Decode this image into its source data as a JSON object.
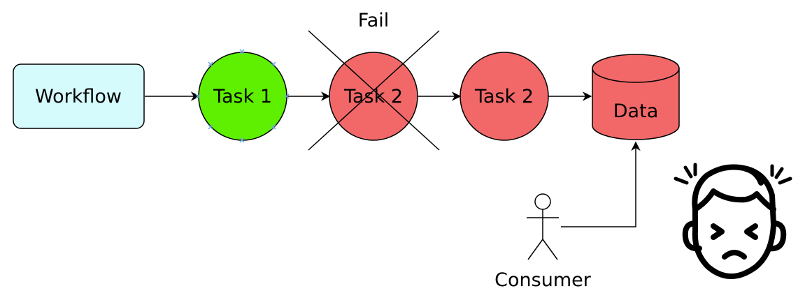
{
  "nodes": {
    "workflow": {
      "label": "Workflow",
      "color": "#d6fbfd"
    },
    "task1": {
      "label": "Task 1",
      "color": "#5ef000"
    },
    "task2_failed": {
      "label": "Task 2",
      "color": "#f26868"
    },
    "task2": {
      "label": "Task 2",
      "color": "#f26868"
    },
    "data": {
      "label": "Data",
      "color": "#f26868"
    }
  },
  "fail_label": "Fail",
  "consumer": {
    "label": "Consumer"
  },
  "icons": {
    "crossed_out": "x-cross-icon",
    "consumer": "stick-figure-icon",
    "frustrated_face": "frustrated-face-icon"
  },
  "colors": {
    "stroke": "#000000",
    "selection_handles": "#6fa8dc"
  }
}
